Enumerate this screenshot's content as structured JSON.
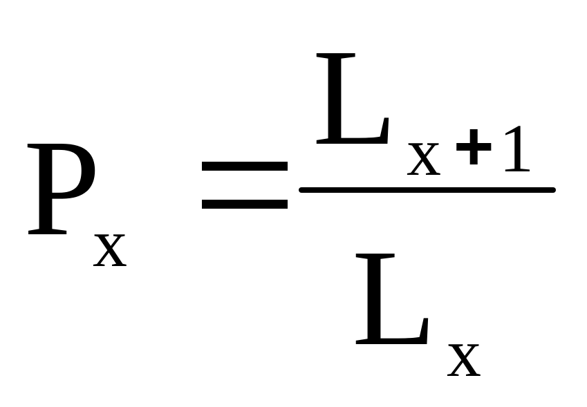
{
  "formula": {
    "lhs": {
      "symbol": "P",
      "subscript": "x"
    },
    "equals": "=",
    "numerator": {
      "symbol": "L",
      "subscript_var": "x",
      "subscript_op": "+",
      "subscript_num": "1"
    },
    "denominator": {
      "symbol": "L",
      "subscript": "x"
    }
  }
}
